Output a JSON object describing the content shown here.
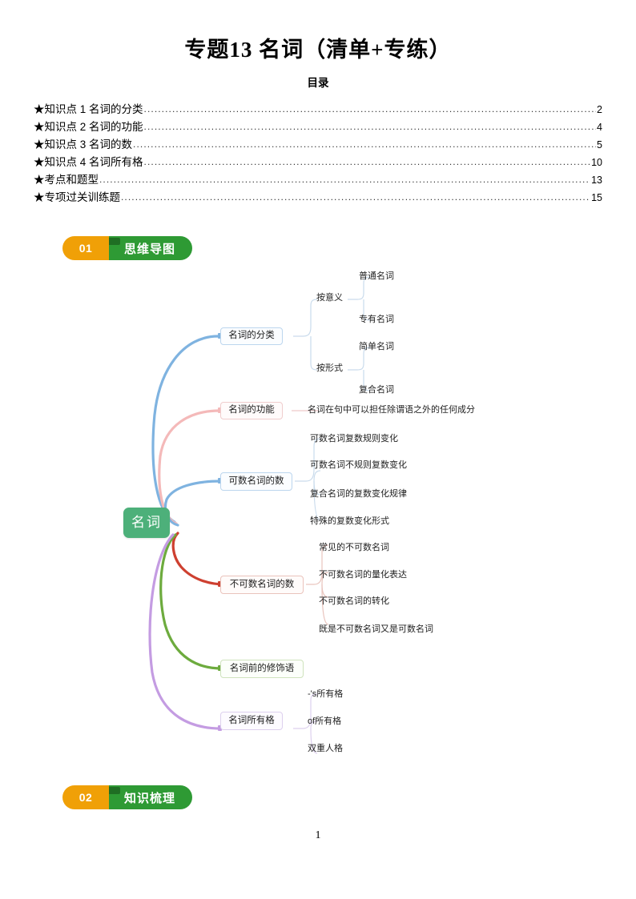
{
  "document": {
    "title": "专题13 名词（清单+专练）",
    "toc_heading": "目录",
    "page_number": "1"
  },
  "toc": {
    "entries": [
      {
        "label": "★知识点 1 名词的分类",
        "page": "2"
      },
      {
        "label": "★知识点 2 名词的功能",
        "page": "4"
      },
      {
        "label": "★知识点 3 名词的数",
        "page": "5"
      },
      {
        "label": "★知识点 4 名词所有格",
        "page": "10"
      },
      {
        "label": "★考点和题型",
        "page": "13"
      },
      {
        "label": "★专项过关训练题",
        "page": "15"
      }
    ],
    "leader": "................................................................................................................................................................................."
  },
  "sections": [
    {
      "number": "01",
      "title": "思维导图"
    },
    {
      "number": "02",
      "title": "知识梳理"
    }
  ],
  "mindmap": {
    "root": "名词",
    "colors": {
      "root_fill": "#4DB07A",
      "branch_blue": "#7FB3E0",
      "branch_pink": "#F4B9B9",
      "branch_red": "#CE4030",
      "branch_green": "#6DAB3E",
      "branch_purple": "#C49CE2"
    },
    "branches": [
      {
        "label": "名词的分类",
        "color": "#7FB3E0",
        "groups": [
          {
            "label": "按意义",
            "children": [
              "普通名词",
              "专有名词"
            ]
          },
          {
            "label": "按形式",
            "children": [
              "简单名词",
              "复合名词"
            ]
          }
        ]
      },
      {
        "label": "名词的功能",
        "color": "#F4B9B9",
        "children": [
          "名词在句中可以担任除谓语之外的任何成分"
        ]
      },
      {
        "label": "可数名词的数",
        "color": "#7FB3E0",
        "children": [
          "可数名词复数规则变化",
          "可数名词不规则复数变化",
          "复合名词的复数变化规律",
          "特殊的复数变化形式"
        ]
      },
      {
        "label": "不可数名词的数",
        "color": "#CE4030",
        "children": [
          "常见的不可数名词",
          "不可数名词的量化表达",
          "不可数名词的转化",
          "既是不可数名词又是可数名词"
        ]
      },
      {
        "label": "名词前的修饰语",
        "color": "#6DAB3E",
        "children": []
      },
      {
        "label": "名词所有格",
        "color": "#C49CE2",
        "children": [
          "-'s所有格",
          "of所有格",
          "双重人格"
        ]
      }
    ]
  }
}
